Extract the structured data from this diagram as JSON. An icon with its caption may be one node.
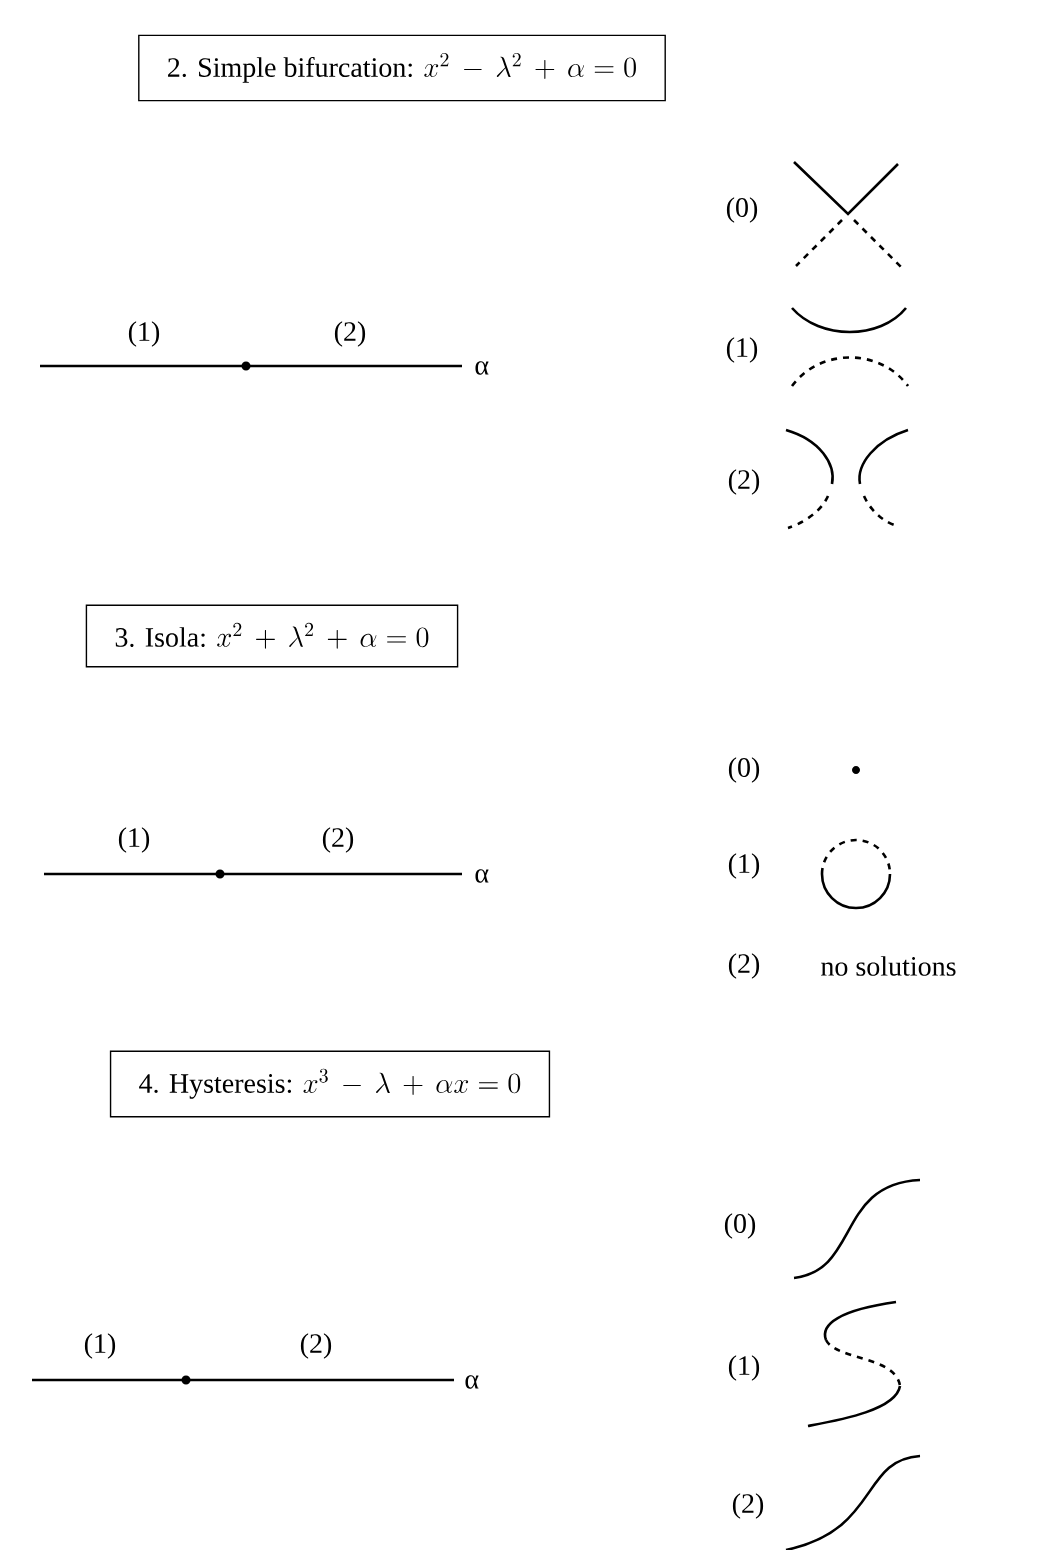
{
  "diagram": {
    "nodes": [
      {
        "text": [
          "2. Simple bifurcation:",
          "x^2\\,-\\,\\lambda^2\\,+\\,\\alpha = 0"
        ]
      },
      {
        "text": [
          "3. Isola:",
          "x^2\\,+\\,\\lambda^2\\,+\\,\\alpha = 0"
        ]
      },
      {
        "text": [
          "4. Hysteresis:",
          "x^3\\,-\\,\\lambda\\,+\\,\\alpha x = 0"
        ]
      }
    ],
    "labels": [
      "(0)",
      "(1)",
      "(2)",
      "α",
      "(1)",
      "(2)",
      "(0)",
      "(1)",
      "(2)",
      "α",
      "(1)",
      "(2)",
      "no solutions",
      "(0)",
      "(1)",
      "(2)",
      "α",
      "(1)",
      "(2)"
    ]
  }
}
